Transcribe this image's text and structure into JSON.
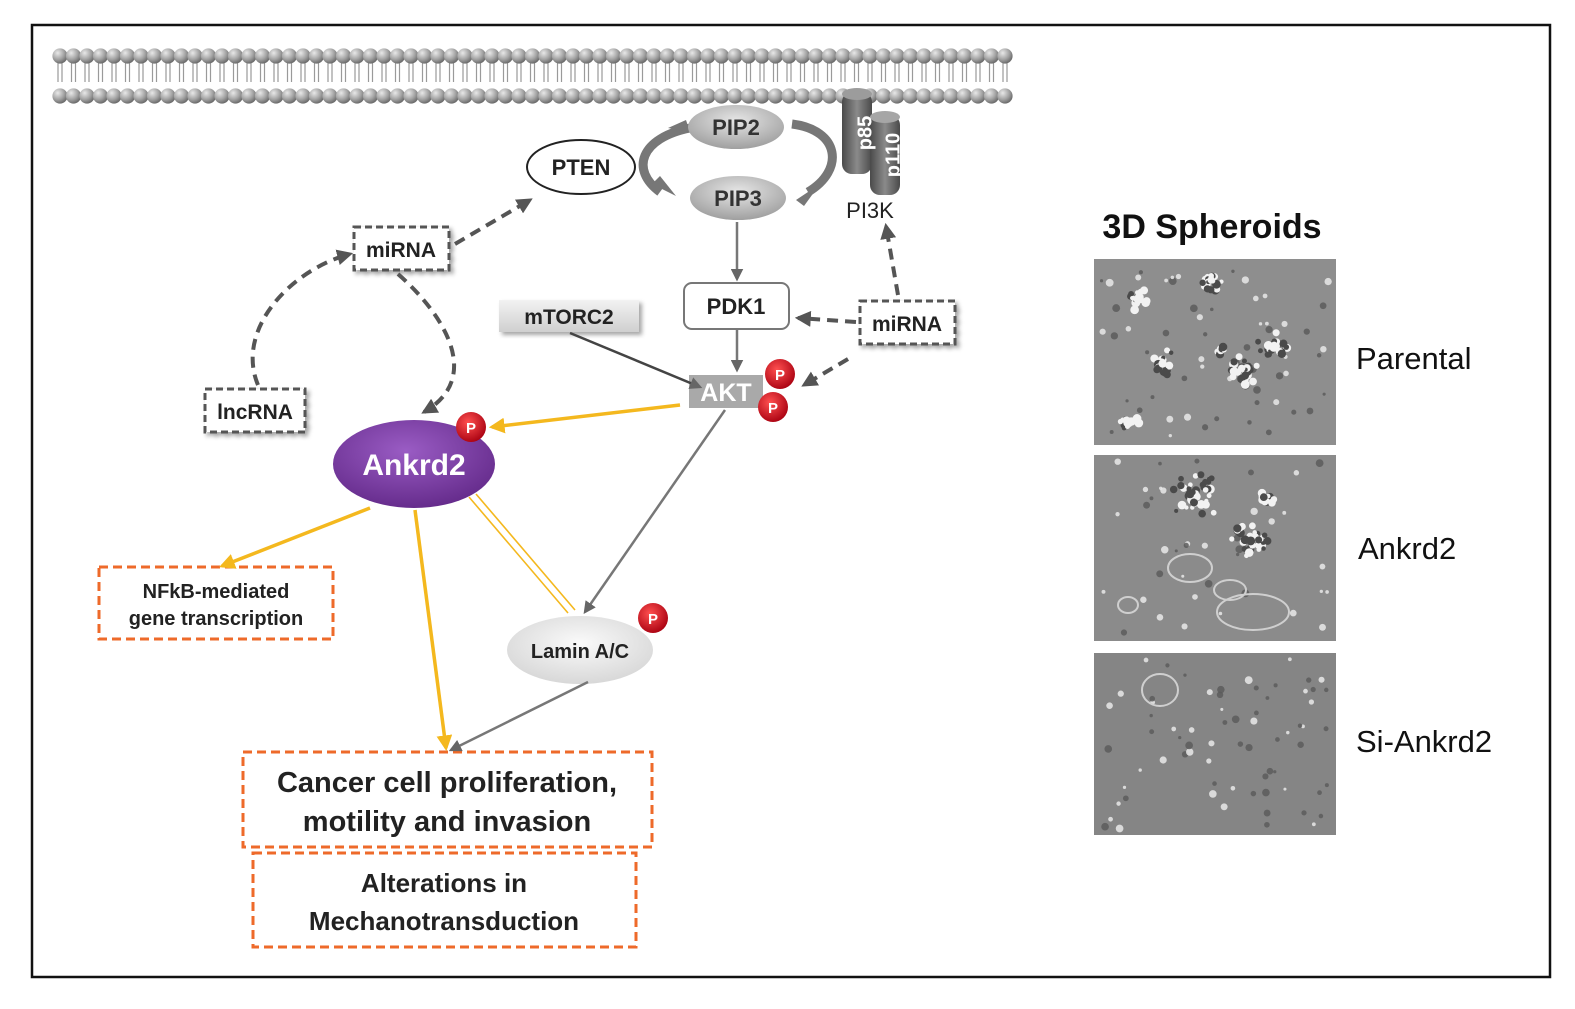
{
  "diagram": {
    "nodes": {
      "pip2": "PIP2",
      "pip3": "PIP3",
      "pten": "PTEN",
      "p85": "p85",
      "p110": "p110",
      "pi3k": "PI3K",
      "mirna_left": "miRNA",
      "mirna_right": "miRNA",
      "pdk1": "PDK1",
      "mtorc2": "mTORC2",
      "akt": "AKT",
      "lncrna": "lncRNA",
      "ankrd2": "Ankrd2",
      "nfkb_line1": "NFkB-mediated",
      "nfkb_line2": "gene transcription",
      "lamin": "Lamin A/C",
      "cancer_line1": "Cancer cell proliferation,",
      "cancer_line2": "motility and invasion",
      "mech_line1": "Alterations in",
      "mech_line2": "Mechanotransduction",
      "phospho": "P"
    },
    "colors": {
      "membrane": "#8e8e8e",
      "ankrd2": "#7b3aa0",
      "phospho": "#c8101a",
      "yellow_arrow": "#f4b81e",
      "orange_box": "#ee6a2a",
      "grey_arrow": "#666666",
      "akt_box": "#a9a9a9"
    }
  },
  "spheroids": {
    "title": "3D Spheroids",
    "panels": [
      {
        "label": "Parental"
      },
      {
        "label": "Ankrd2"
      },
      {
        "label": "Si-Ankrd2"
      }
    ]
  }
}
